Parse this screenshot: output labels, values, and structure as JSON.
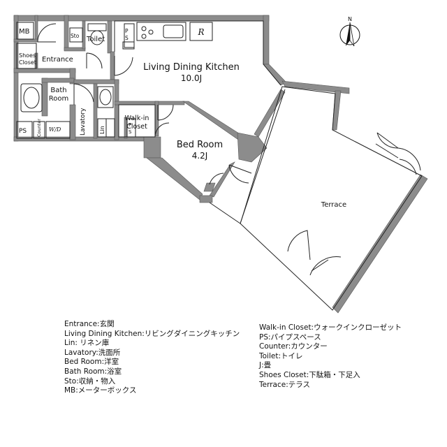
{
  "rooms": {
    "mb": "MB",
    "sto": "Sto",
    "toilet": "Toilet",
    "ps_top": "PS",
    "refrigerator_mark": "R",
    "entrance": "Entrance",
    "shoes_closet_line1": "Shoes",
    "shoes_closet_line2": "Closet",
    "ldk_name": "Living Dining Kitchen",
    "ldk_size": "10.0J",
    "bath_line1": "Bath",
    "bath_line2": "Room",
    "lavatory": "Lavatory",
    "counter": "Counter",
    "wd": "W/D",
    "ps_left": "PS",
    "lin": "Lin",
    "ps_mid": "PS",
    "walkin_line1": "Walk-in",
    "walkin_line2": "Closet",
    "bed_name": "Bed Room",
    "bed_size": "4.2J",
    "terrace": "Terrace",
    "compass_n": "N"
  },
  "legend_left": [
    "Entrance:玄関",
    "Living Dining Kitchen:リビングダイニングキッチン",
    "Lin: リネン庫",
    "Lavatory:洗面所",
    "Bed Room:洋室",
    "Bath Room:浴室",
    "Sto:収納・物入",
    "MB:メーターボックス"
  ],
  "legend_right": [
    "Walk-in Closet:ウォークインクローゼット",
    "PS:パイプスペース",
    "Counter:カウンター",
    "Toilet:トイレ",
    "J:畳",
    "Shoes Closet:下駄箱・下足入",
    "Terrace:テラス"
  ],
  "colors": {
    "wall": "#8c8c8c",
    "line": "#222222"
  }
}
